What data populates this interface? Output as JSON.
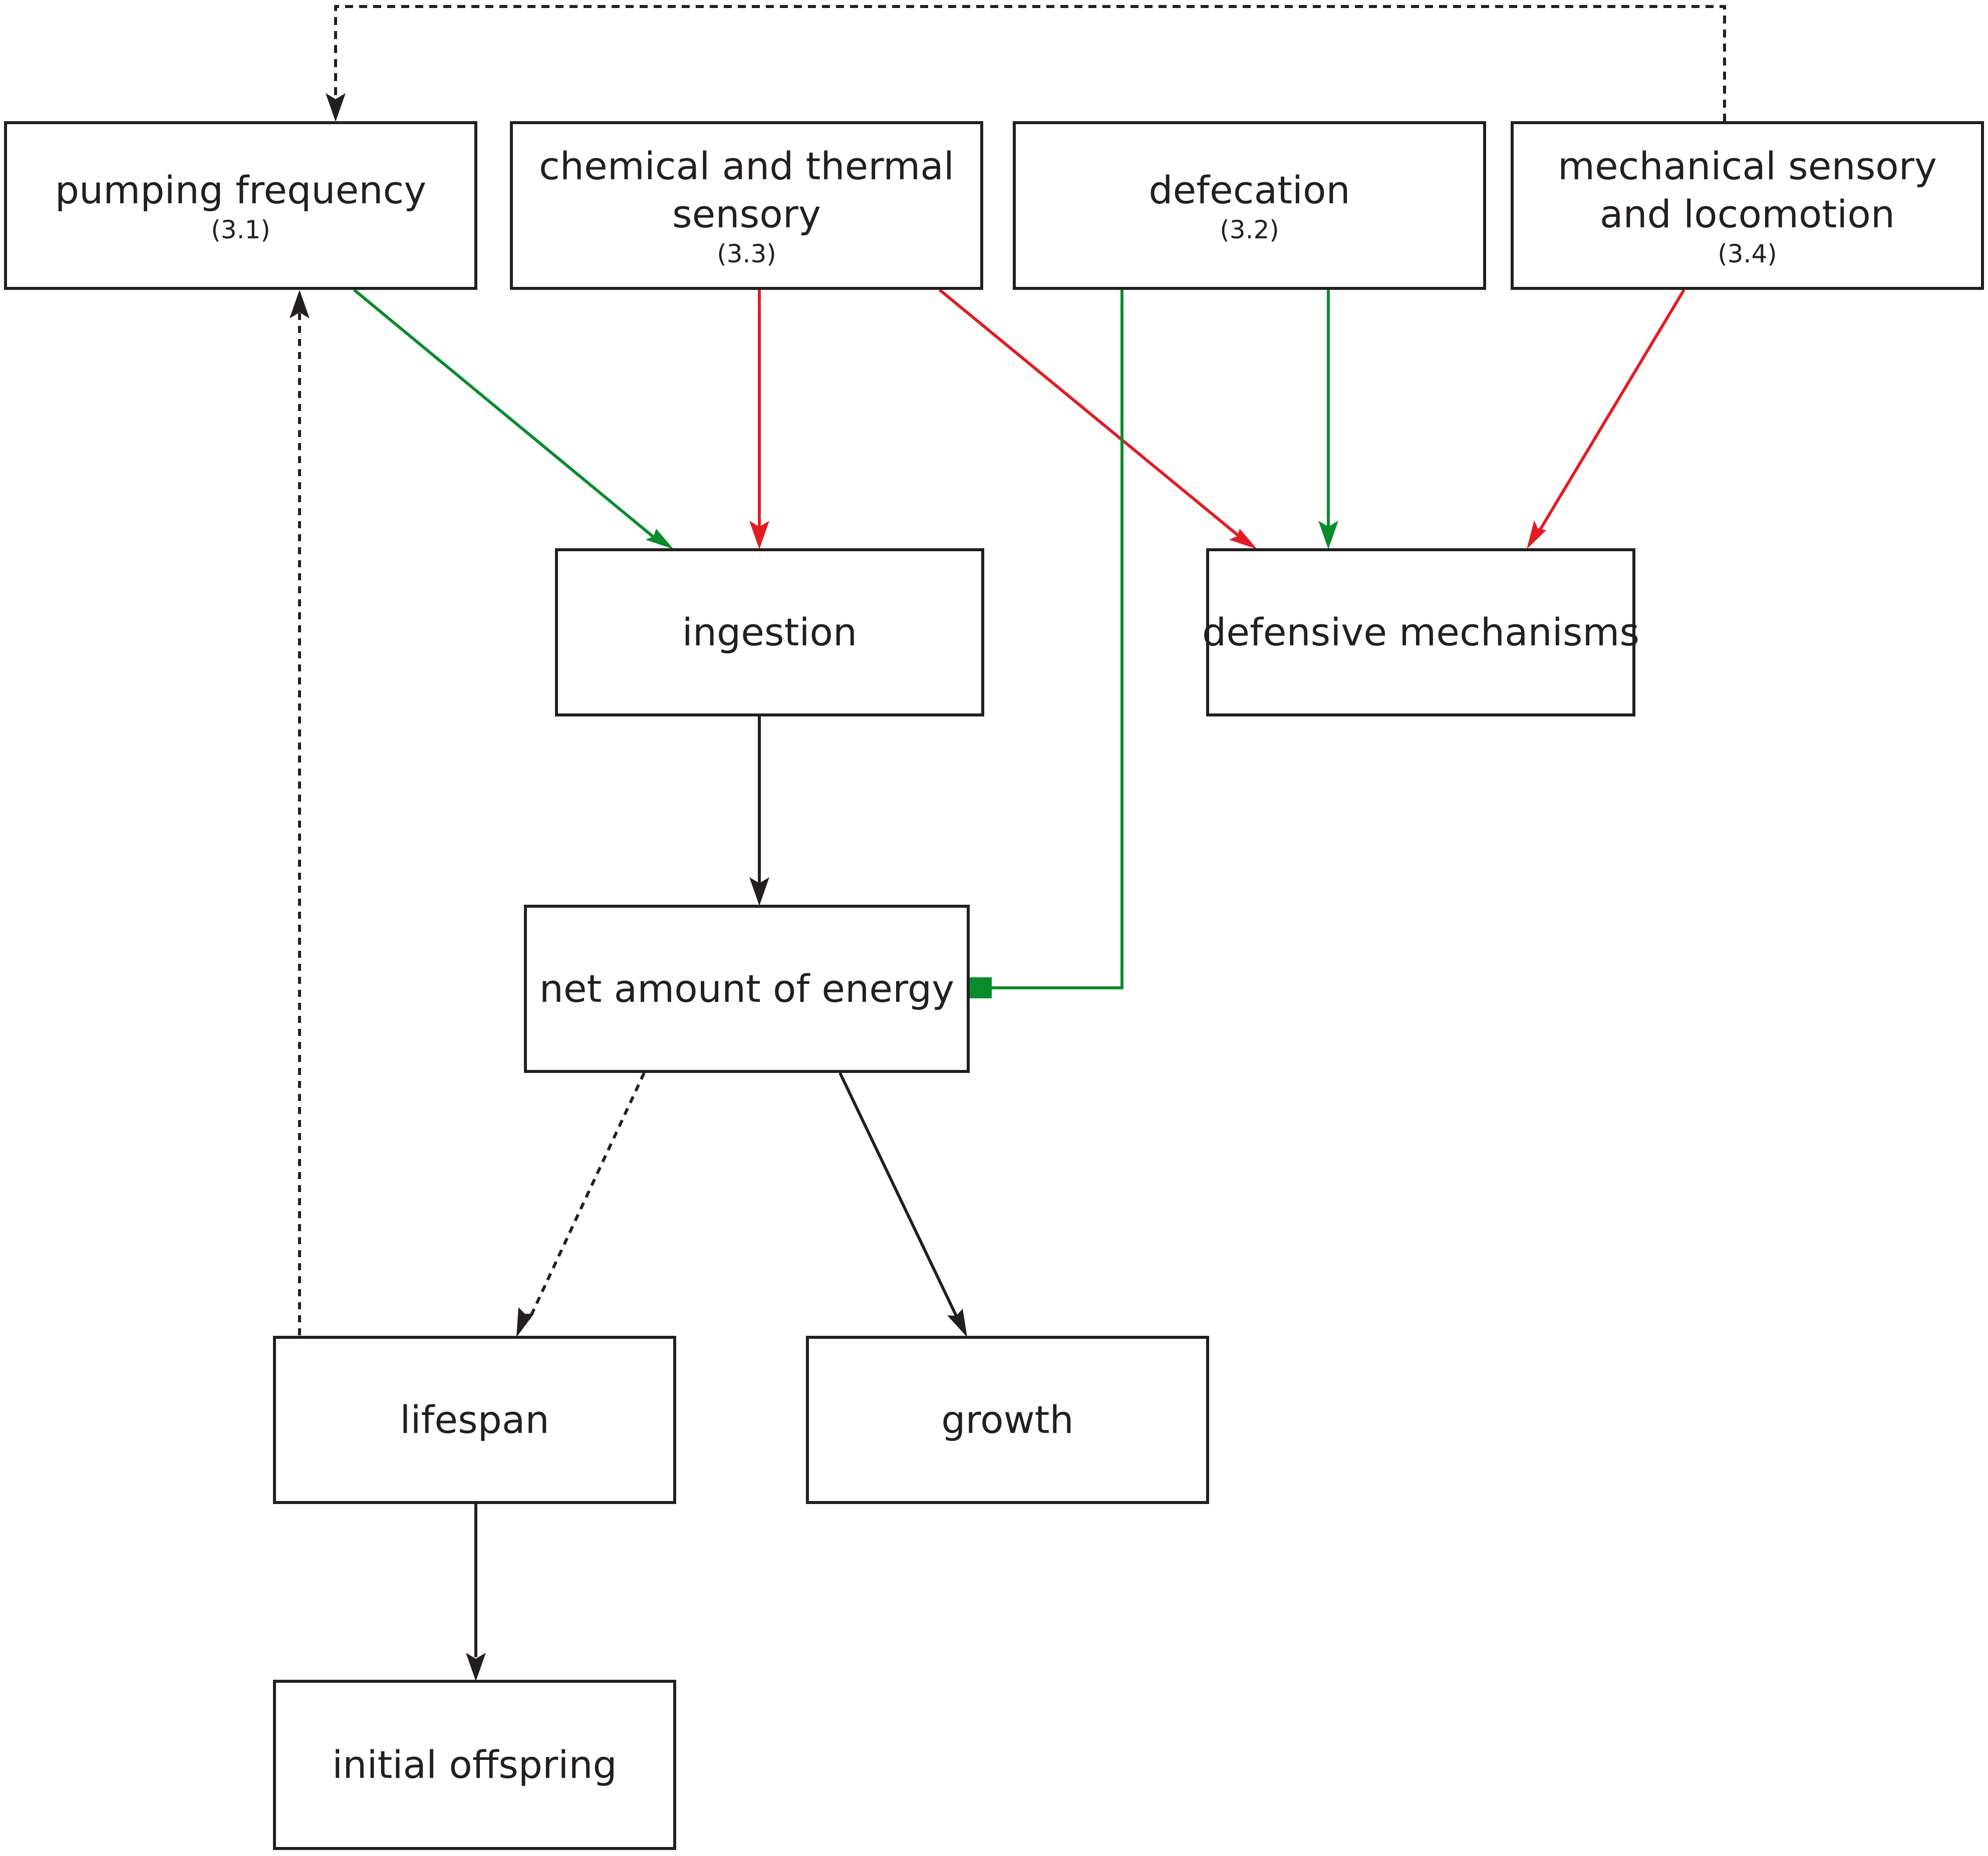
{
  "colors": {
    "neutral": "#231f20",
    "positive": "#0a8c2d",
    "negative": "#e31b23"
  },
  "nodes": {
    "pumping_frequency": {
      "title": "pumping frequency",
      "ref": "(3.1)"
    },
    "chemical_thermal_sensory": {
      "title_line1": "chemical and thermal",
      "title_line2": "sensory",
      "ref": "(3.3)"
    },
    "defecation": {
      "title": "defecation",
      "ref": "(3.2)"
    },
    "mechanical_sensory": {
      "title_line1": "mechanical sensory",
      "title_line2": "and locomotion",
      "ref": "(3.4)"
    },
    "ingestion": {
      "title": "ingestion"
    },
    "defensive_mechanisms": {
      "title": "defensive mechanisms"
    },
    "net_energy": {
      "title": "net amount of energy"
    },
    "lifespan": {
      "title": "lifespan"
    },
    "growth": {
      "title": "growth"
    },
    "initial_offspring": {
      "title": "initial offspring"
    }
  },
  "edges": [
    {
      "from": "pumping frequency",
      "to": "ingestion",
      "effect": "positive",
      "style": "solid"
    },
    {
      "from": "chemical and thermal sensory",
      "to": "ingestion",
      "effect": "negative",
      "style": "solid"
    },
    {
      "from": "chemical and thermal sensory",
      "to": "defensive mechanisms",
      "effect": "negative",
      "style": "solid"
    },
    {
      "from": "defecation",
      "to": "defensive mechanisms",
      "effect": "positive",
      "style": "solid"
    },
    {
      "from": "defecation",
      "to": "net amount of energy",
      "effect": "positive",
      "style": "solid",
      "head": "square"
    },
    {
      "from": "mechanical sensory and locomotion",
      "to": "defensive mechanisms",
      "effect": "negative",
      "style": "solid"
    },
    {
      "from": "mechanical sensory and locomotion",
      "to": "pumping frequency",
      "effect": "neutral",
      "style": "dotted"
    },
    {
      "from": "ingestion",
      "to": "net amount of energy",
      "effect": "neutral",
      "style": "solid"
    },
    {
      "from": "net amount of energy",
      "to": "lifespan",
      "effect": "neutral",
      "style": "dotted"
    },
    {
      "from": "net amount of energy",
      "to": "growth",
      "effect": "neutral",
      "style": "solid"
    },
    {
      "from": "lifespan",
      "to": "pumping frequency",
      "effect": "neutral",
      "style": "dotted"
    },
    {
      "from": "lifespan",
      "to": "initial offspring",
      "effect": "neutral",
      "style": "solid"
    }
  ]
}
